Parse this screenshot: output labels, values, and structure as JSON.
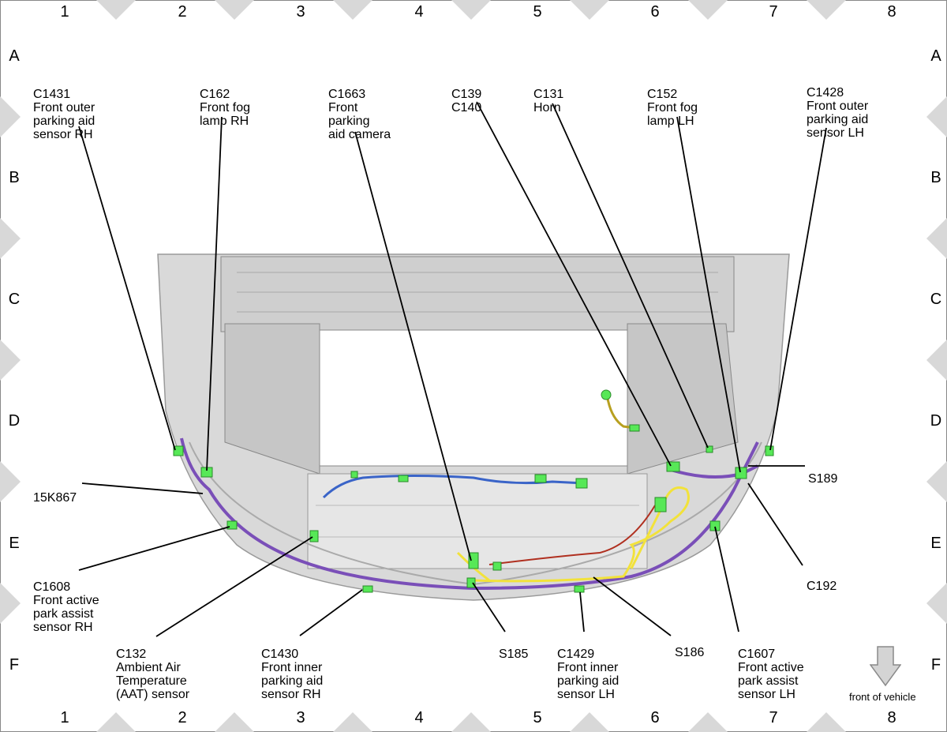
{
  "grid": {
    "columns": [
      "1",
      "2",
      "3",
      "4",
      "5",
      "6",
      "7",
      "8"
    ],
    "rows": [
      "A",
      "B",
      "C",
      "D",
      "E",
      "F"
    ]
  },
  "labels": [
    {
      "id": "c1431",
      "code": "C1431",
      "desc": "Front outer\nparking aid\nsensor RH"
    },
    {
      "id": "c162",
      "code": "C162",
      "desc": "Front fog\nlamp RH"
    },
    {
      "id": "c1663",
      "code": "C1663",
      "desc": "Front\nparking\naid camera"
    },
    {
      "id": "c139",
      "code": "C139",
      "desc": "C140"
    },
    {
      "id": "c131",
      "code": "C131",
      "desc": "Horn"
    },
    {
      "id": "c152",
      "code": "C152",
      "desc": "Front fog\nlamp LH"
    },
    {
      "id": "c1428",
      "code": "C1428",
      "desc": "Front outer\nparking aid\nsensor LH"
    },
    {
      "id": "k867",
      "code": "15K867",
      "desc": ""
    },
    {
      "id": "c1608",
      "code": "C1608",
      "desc": "Front active\npark assist\nsensor RH"
    },
    {
      "id": "c132",
      "code": "C132",
      "desc": "Ambient Air\nTemperature\n(AAT) sensor"
    },
    {
      "id": "c1430",
      "code": "C1430",
      "desc": "Front inner\nparking aid\nsensor RH"
    },
    {
      "id": "s185",
      "code": "S185",
      "desc": ""
    },
    {
      "id": "c1429",
      "code": "C1429",
      "desc": "Front inner\nparking aid\nsensor LH"
    },
    {
      "id": "s186",
      "code": "S186",
      "desc": ""
    },
    {
      "id": "c1607",
      "code": "C1607",
      "desc": "Front active\npark assist\nsensor LH"
    },
    {
      "id": "s189",
      "code": "S189",
      "desc": ""
    },
    {
      "id": "c192",
      "code": "C192",
      "desc": ""
    }
  ],
  "front_indicator": "front of vehicle",
  "icons": {
    "front_arrow": "arrow-down-icon"
  },
  "colors": {
    "connector": "#57e857",
    "harness_main": "#7a4fb8",
    "harness_blue": "#3a64c8",
    "harness_yellow": "#f2e23a",
    "harness_red": "#b03020",
    "bumper": "#dcdcdc"
  }
}
